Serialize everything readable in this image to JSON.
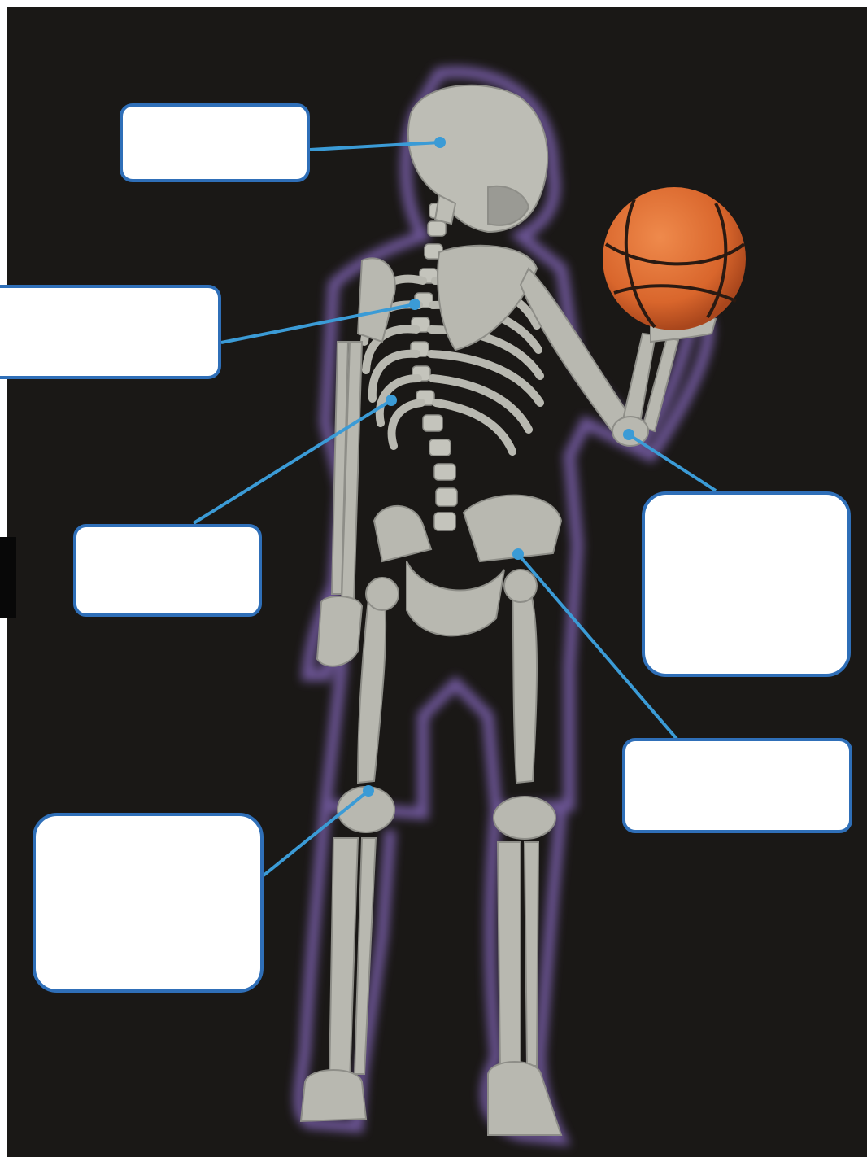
{
  "diagram": {
    "subject": "skeleton-with-basketball",
    "colors": {
      "background": "#1a1816",
      "bone": "#b8b8b0",
      "bone_shade": "#8e8e88",
      "body_glow": "#8a6cc4",
      "pointer_line": "#3b9bd6",
      "box_border": "#2f6fb8",
      "box_fill": "#ffffff",
      "ball": "#d9662c",
      "ball_seam": "#2a1a12"
    },
    "label_boxes": [
      {
        "id": "skull",
        "text": ""
      },
      {
        "id": "spine",
        "text": ""
      },
      {
        "id": "ribs",
        "text": ""
      },
      {
        "id": "elbow",
        "text": ""
      },
      {
        "id": "pelvis",
        "text": ""
      },
      {
        "id": "femur",
        "text": ""
      }
    ]
  }
}
